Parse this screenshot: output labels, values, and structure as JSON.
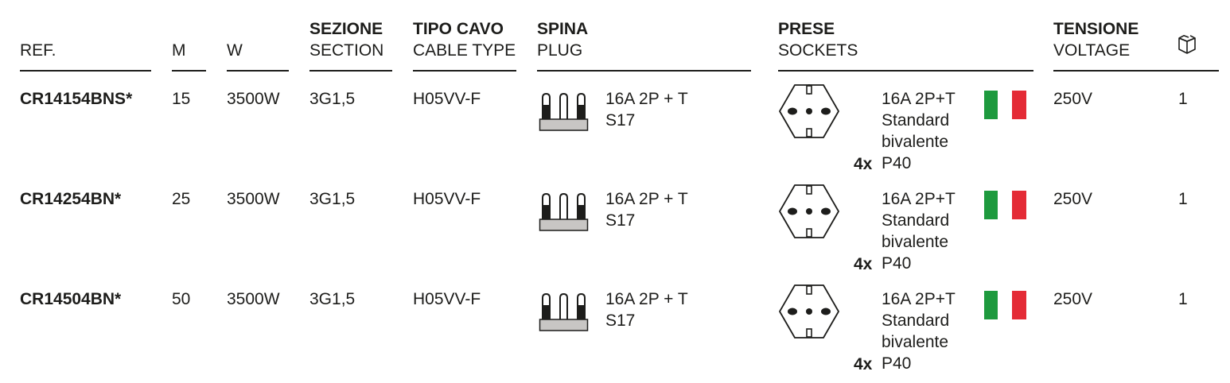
{
  "headers": {
    "ref": {
      "en": "REF."
    },
    "m": {
      "en": "M"
    },
    "w": {
      "en": "W"
    },
    "section": {
      "it": "SEZIONE",
      "en": "SECTION"
    },
    "cable": {
      "it": "TIPO CAVO",
      "en": "CABLE TYPE"
    },
    "plug": {
      "it": "SPINA",
      "en": "PLUG"
    },
    "sockets": {
      "it": "PRESE",
      "en": "SOCKETS"
    },
    "voltage": {
      "it": "TENSIONE",
      "en": "VOLTAGE"
    },
    "qty_icon": "box-icon"
  },
  "colors": {
    "text": "#1d1d1b",
    "flag_green": "#1e9a3e",
    "flag_red": "#e42b36",
    "plug_base": "#c8c6c4"
  },
  "rows": [
    {
      "ref": "CR14154BNS*",
      "m": "15",
      "w": "3500W",
      "section": "3G1,5",
      "cable": "H05VV-F",
      "plug": {
        "icon": "schuko-plug-icon",
        "line1": "16A 2P + T",
        "line2": "S17"
      },
      "socket": {
        "icon": "italian-socket-icon",
        "count": "4x",
        "line1": "16A 2P+T",
        "line2": "Standard",
        "line3": "bivalente",
        "line4": "P40",
        "flag": "italian-flag-icon"
      },
      "voltage": "250V",
      "qty": "1"
    },
    {
      "ref": "CR14254BN*",
      "m": "25",
      "w": "3500W",
      "section": "3G1,5",
      "cable": "H05VV-F",
      "plug": {
        "icon": "schuko-plug-icon",
        "line1": "16A 2P + T",
        "line2": "S17"
      },
      "socket": {
        "icon": "italian-socket-icon",
        "count": "4x",
        "line1": "16A 2P+T",
        "line2": "Standard",
        "line3": "bivalente",
        "line4": "P40",
        "flag": "italian-flag-icon"
      },
      "voltage": "250V",
      "qty": "1"
    },
    {
      "ref": "CR14504BN*",
      "m": "50",
      "w": "3500W",
      "section": "3G1,5",
      "cable": "H05VV-F",
      "plug": {
        "icon": "schuko-plug-icon",
        "line1": "16A 2P + T",
        "line2": "S17"
      },
      "socket": {
        "icon": "italian-socket-icon",
        "count": "4x",
        "line1": "16A 2P+T",
        "line2": "Standard",
        "line3": "bivalente",
        "line4": "P40",
        "flag": "italian-flag-icon"
      },
      "voltage": "250V",
      "qty": "1"
    }
  ]
}
